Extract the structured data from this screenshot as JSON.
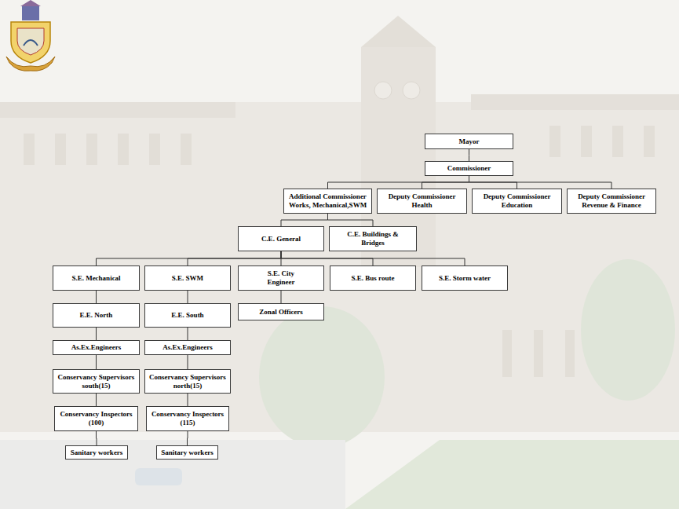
{
  "diagram": {
    "nodes": [
      {
        "text": [
          "Mayor"
        ]
      },
      {
        "text": [
          "Commissioner"
        ]
      },
      {
        "text": [
          "Additional Commissioner Works, Mechanical,SWM"
        ]
      },
      {
        "text": [
          "Deputy Commissioner Health"
        ]
      },
      {
        "text": [
          "Deputy Commissioner Education"
        ]
      },
      {
        "text": [
          "Deputy Commissioner Revenue & Finance"
        ]
      },
      {
        "text": [
          "C.E. General"
        ]
      },
      {
        "text": [
          "C.E. Buildings & Bridges"
        ]
      },
      {
        "text": [
          "S.E. Mechanical"
        ]
      },
      {
        "text": [
          "S.E. SWM"
        ]
      },
      {
        "text": [
          "S.E. City Engineer"
        ]
      },
      {
        "text": [
          "S.E. Bus route"
        ]
      },
      {
        "text": [
          "S.E. Storm water"
        ]
      },
      {
        "text": [
          "E.E. North"
        ]
      },
      {
        "text": [
          "E.E. South"
        ]
      },
      {
        "text": [
          "Zonal Officers"
        ]
      },
      {
        "text": [
          "As.Ex.Engineers"
        ]
      },
      {
        "text": [
          "As.Ex.Engineers"
        ]
      },
      {
        "text": [
          "Conservancy Supervisors south(15)"
        ]
      },
      {
        "text": [
          "Conservancy Supervisors north(15)"
        ]
      },
      {
        "text": [
          "Conservancy Inspectors (100)"
        ]
      },
      {
        "text": [
          "Conservancy Inspectors (115)"
        ]
      },
      {
        "text": [
          "Sanitary workers"
        ]
      },
      {
        "text": [
          "Sanitary workers"
        ]
      }
    ],
    "edges": [
      {
        "from": 0,
        "to": 1,
        "arrow": "none"
      },
      {
        "from": 1,
        "to": 2,
        "arrow": "none"
      },
      {
        "from": 1,
        "to": 3,
        "arrow": "none"
      },
      {
        "from": 1,
        "to": 4,
        "arrow": "none"
      },
      {
        "from": 1,
        "to": 5,
        "arrow": "none"
      },
      {
        "from": 2,
        "to": 6,
        "arrow": "none"
      },
      {
        "from": 2,
        "to": 7,
        "arrow": "none"
      },
      {
        "from": 6,
        "to": 8,
        "arrow": "none"
      },
      {
        "from": 6,
        "to": 9,
        "arrow": "none"
      },
      {
        "from": 6,
        "to": 10,
        "arrow": "none"
      },
      {
        "from": 6,
        "to": 11,
        "arrow": "none"
      },
      {
        "from": 6,
        "to": 12,
        "arrow": "none"
      },
      {
        "from": 8,
        "to": 13,
        "arrow": "none"
      },
      {
        "from": 9,
        "to": 14,
        "arrow": "none"
      },
      {
        "from": 10,
        "to": 15,
        "arrow": "none"
      },
      {
        "from": 13,
        "to": 16,
        "arrow": "none"
      },
      {
        "from": 14,
        "to": 17,
        "arrow": "none"
      },
      {
        "from": 16,
        "to": 18,
        "arrow": "none"
      },
      {
        "from": 17,
        "to": 19,
        "arrow": "none"
      },
      {
        "from": 18,
        "to": 20,
        "arrow": "none"
      },
      {
        "from": 19,
        "to": 21,
        "arrow": "none"
      },
      {
        "from": 20,
        "to": 22,
        "arrow": "none"
      },
      {
        "from": 21,
        "to": 23,
        "arrow": "none"
      }
    ]
  }
}
